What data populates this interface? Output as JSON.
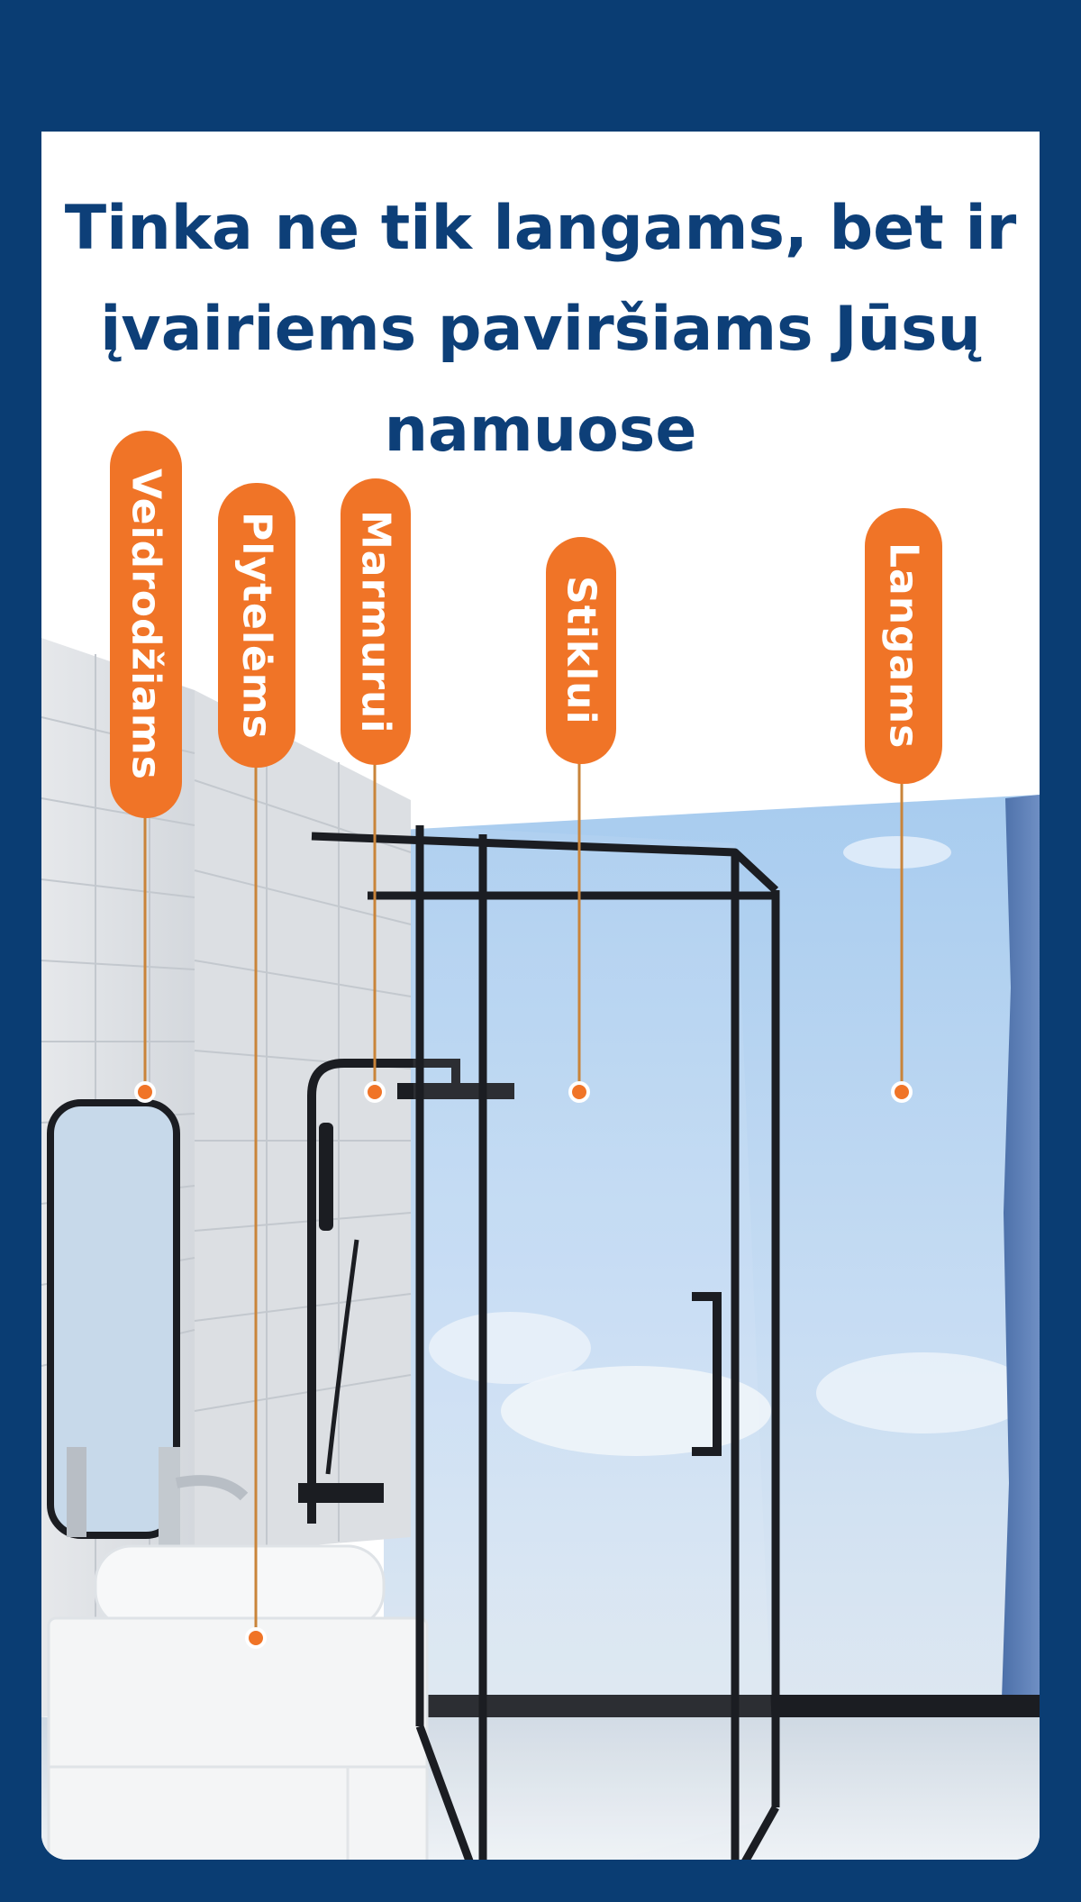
{
  "headline": "Tinka ne tik langams, bet ir įvairiems paviršiams Jūsų namuose",
  "labels": [
    {
      "id": "mirror",
      "text": "Veidrodžiams"
    },
    {
      "id": "tiles",
      "text": "Plytelėms"
    },
    {
      "id": "marble",
      "text": "Marmurui"
    },
    {
      "id": "glass",
      "text": "Stiklui"
    },
    {
      "id": "windows",
      "text": "Langams"
    }
  ],
  "colors": {
    "background": "#0a3d73",
    "headline": "#0d3f78",
    "tag": "#f07427",
    "tag_text": "#ffffff"
  }
}
